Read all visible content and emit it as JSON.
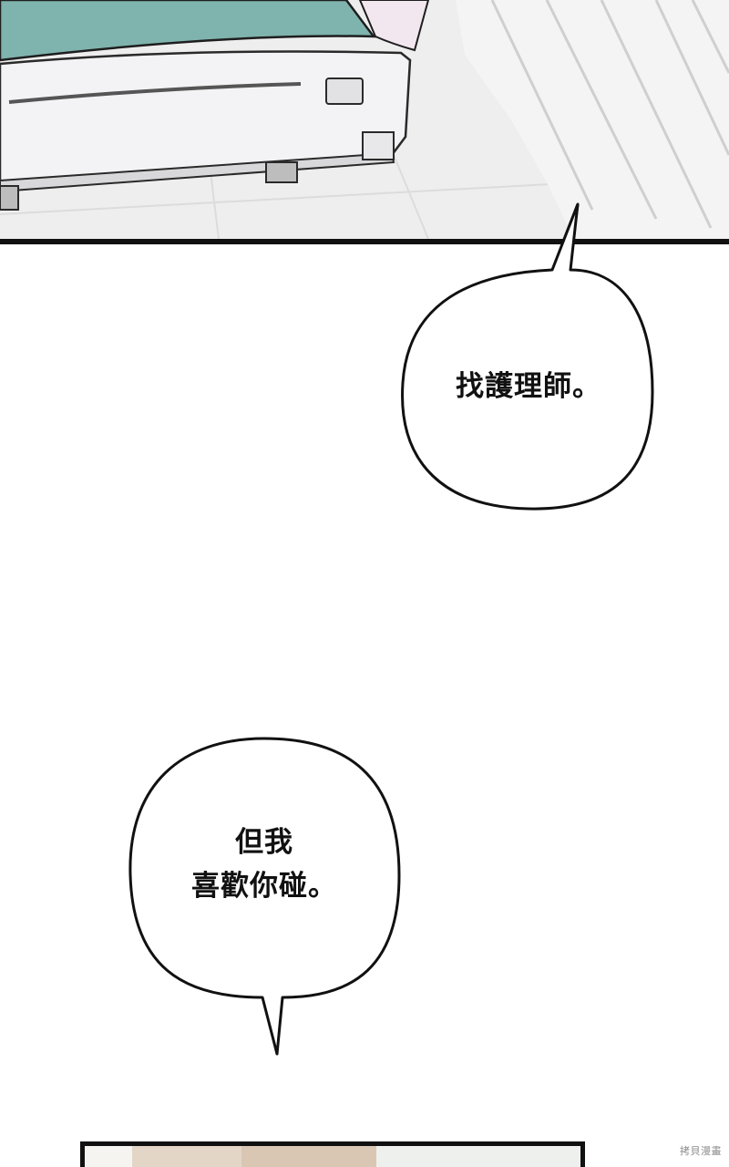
{
  "comic": {
    "bubbles": [
      {
        "lines": [
          "找護理師。"
        ]
      },
      {
        "lines": [
          "但我",
          "喜歡你碰。"
        ]
      }
    ],
    "watermark": "拷貝漫畫"
  },
  "colors": {
    "blanket": "#7fb3ad",
    "floor": "#eeeeee",
    "ink": "#111111",
    "panel_border": "#111111"
  }
}
